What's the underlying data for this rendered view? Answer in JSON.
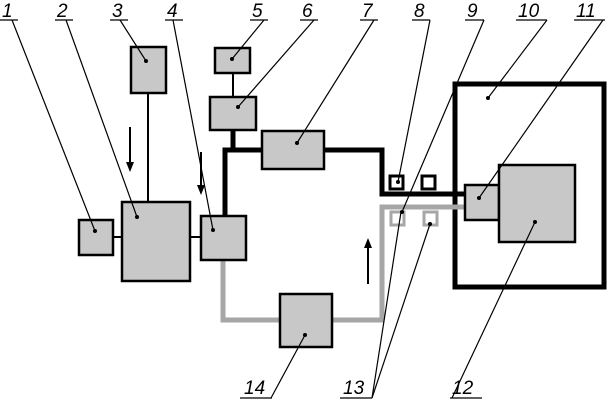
{
  "labels": {
    "l1": "1",
    "l2": "2",
    "l3": "3",
    "l4": "4",
    "l5": "5",
    "l6": "6",
    "l7": "7",
    "l8": "8",
    "l9": "9",
    "l10": "10",
    "l11": "11",
    "l12": "12",
    "l13": "13",
    "l14": "14"
  },
  "colors": {
    "box_fill": "#c8c8c8",
    "grey_line": "#a6a6a6",
    "black": "#000000"
  }
}
